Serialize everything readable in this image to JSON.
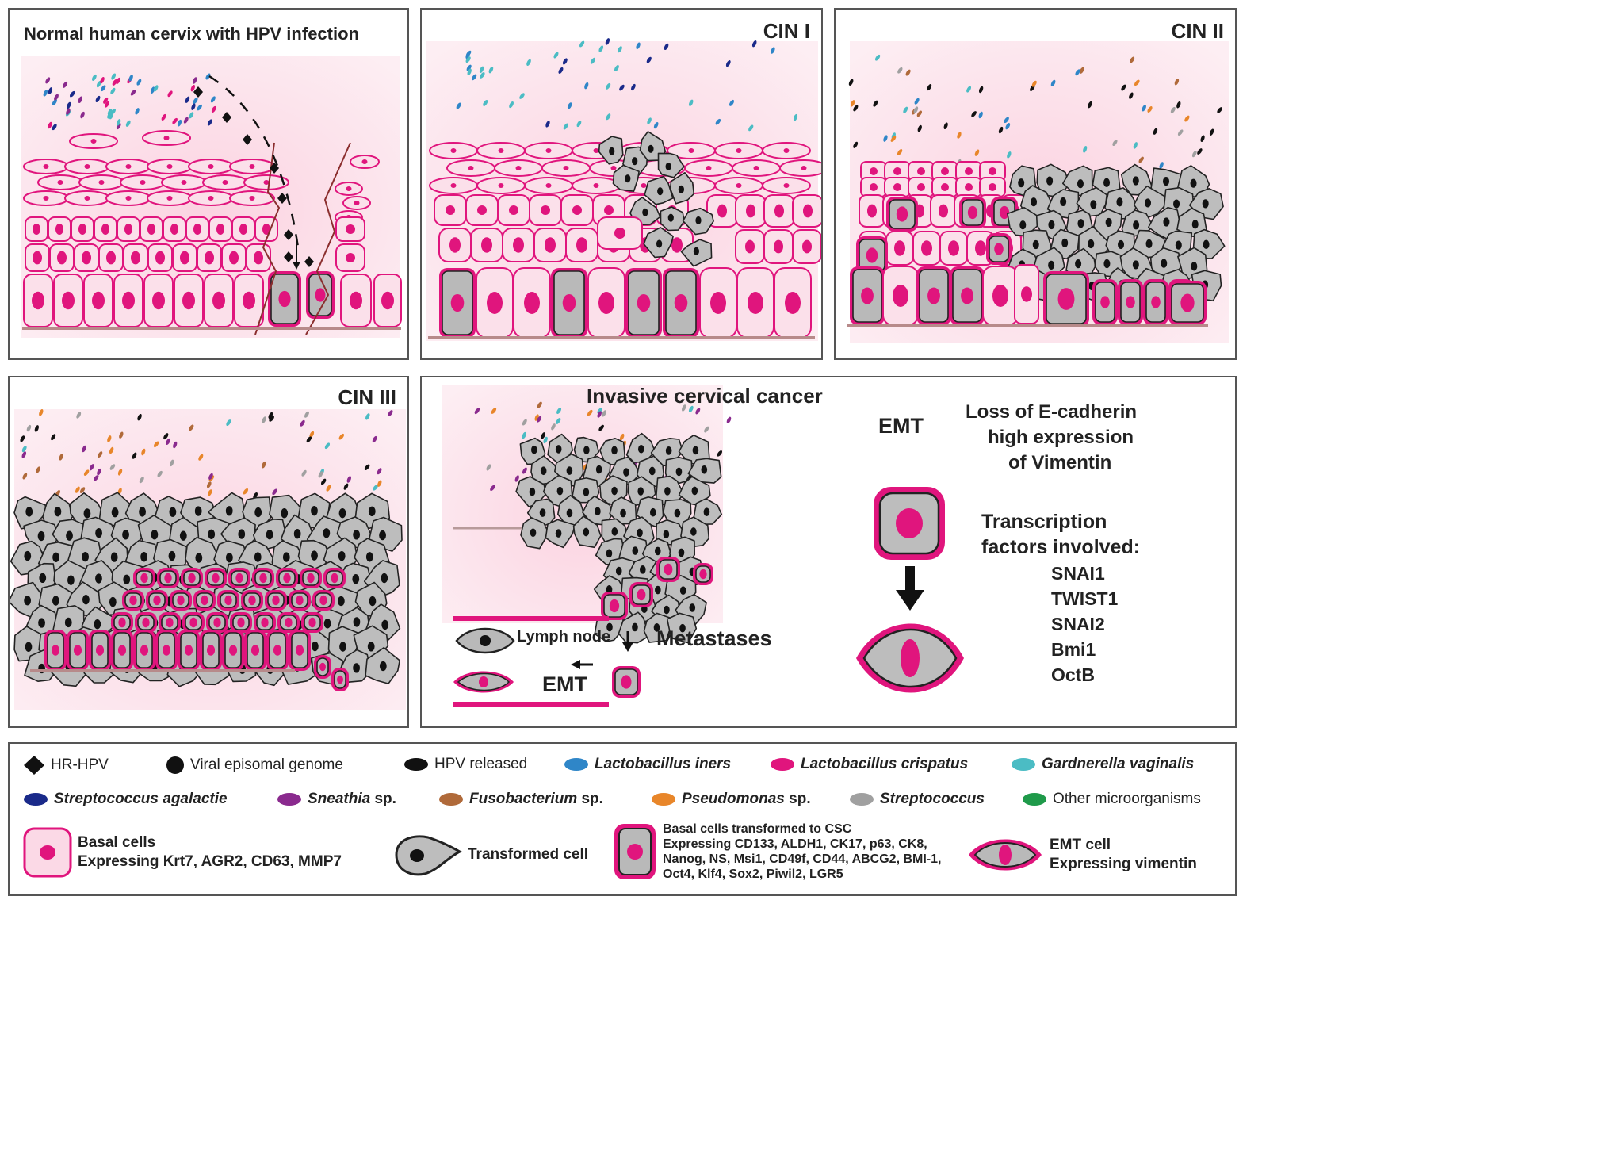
{
  "panels": {
    "normal": {
      "title": "Normal human cervix with HPV infection"
    },
    "cin1": {
      "title": "CIN I"
    },
    "cin2": {
      "title": "CIN II"
    },
    "cin3": {
      "title": "CIN III"
    },
    "invasive": {
      "title": "Invasive cervical cancer",
      "lymph_node": "Lymph node",
      "metastases": "Metastases",
      "emt_label": "EMT",
      "emt_heading": "EMT",
      "loss_line1": "Loss of E-cadherin",
      "loss_line2": "high expression",
      "loss_line3": "of Vimentin",
      "tf_line1": "Transcription",
      "tf_line2": "factors involved:",
      "factors": [
        "SNAI1",
        "TWIST1",
        "SNAI2",
        "Bmi1",
        "OctB"
      ]
    }
  },
  "legend": {
    "row1": [
      {
        "label": "HR-HPV",
        "italic": false,
        "color": "#111111",
        "shape": "diamond"
      },
      {
        "label": "Viral episomal genome",
        "italic": false,
        "color": "#111111",
        "shape": "dot"
      },
      {
        "label": "HPV released",
        "italic": false,
        "color": "#111111",
        "shape": "oval"
      },
      {
        "label": "Lactobacillus iners",
        "italic": true,
        "color": "#2f86c8",
        "shape": "oval"
      },
      {
        "label": "Lactobacillus crispatus",
        "italic": true,
        "color": "#e0157d",
        "shape": "oval"
      },
      {
        "label": "Gardnerella vaginalis",
        "italic": true,
        "color": "#4bbcc4",
        "shape": "oval"
      }
    ],
    "row2": [
      {
        "label": "Streptococcus agalactie",
        "italic": true,
        "suffix": "",
        "color": "#1a2a8a",
        "shape": "oval"
      },
      {
        "label": "Sneathia",
        "italic": true,
        "suffix": " sp.",
        "color": "#8a2a8e",
        "shape": "oval"
      },
      {
        "label": "Fusobacterium",
        "italic": true,
        "suffix": " sp.",
        "color": "#b06a3a",
        "shape": "oval"
      },
      {
        "label": "Pseudomonas",
        "italic": true,
        "suffix": " sp.",
        "color": "#e8862a",
        "shape": "oval"
      },
      {
        "label": "Streptococcus",
        "italic": true,
        "suffix": "",
        "color": "#a0a0a0",
        "shape": "oval"
      },
      {
        "label": "Other microorganisms",
        "italic": false,
        "suffix": "",
        "color": "#1f9a4a",
        "shape": "oval"
      }
    ],
    "row3": {
      "basal_title": "Basal cells",
      "basal_expr": "Expressing Krt7, AGR2, CD63, MMP7",
      "transformed": "Transformed cell",
      "csc_title": "Basal cells transformed to CSC",
      "csc_expr1": "Expressing CD133, ALDH1, CK17, p63, CK8,",
      "csc_expr2": "Nanog, NS, Msi1, CD49f, CD44, ABCG2, BMI-1,",
      "csc_expr3": "Oct4, Klf4, Sox2, Piwil2, LGR5",
      "emt_title": "EMT cell",
      "emt_expr": "Expressing vimentin"
    }
  },
  "colors": {
    "magenta": "#e0157d",
    "pink_fill": "#fbd9e6",
    "bg_pink": "#fde3ec",
    "gray_cell": "#b9b9b9",
    "border": "#555555"
  }
}
